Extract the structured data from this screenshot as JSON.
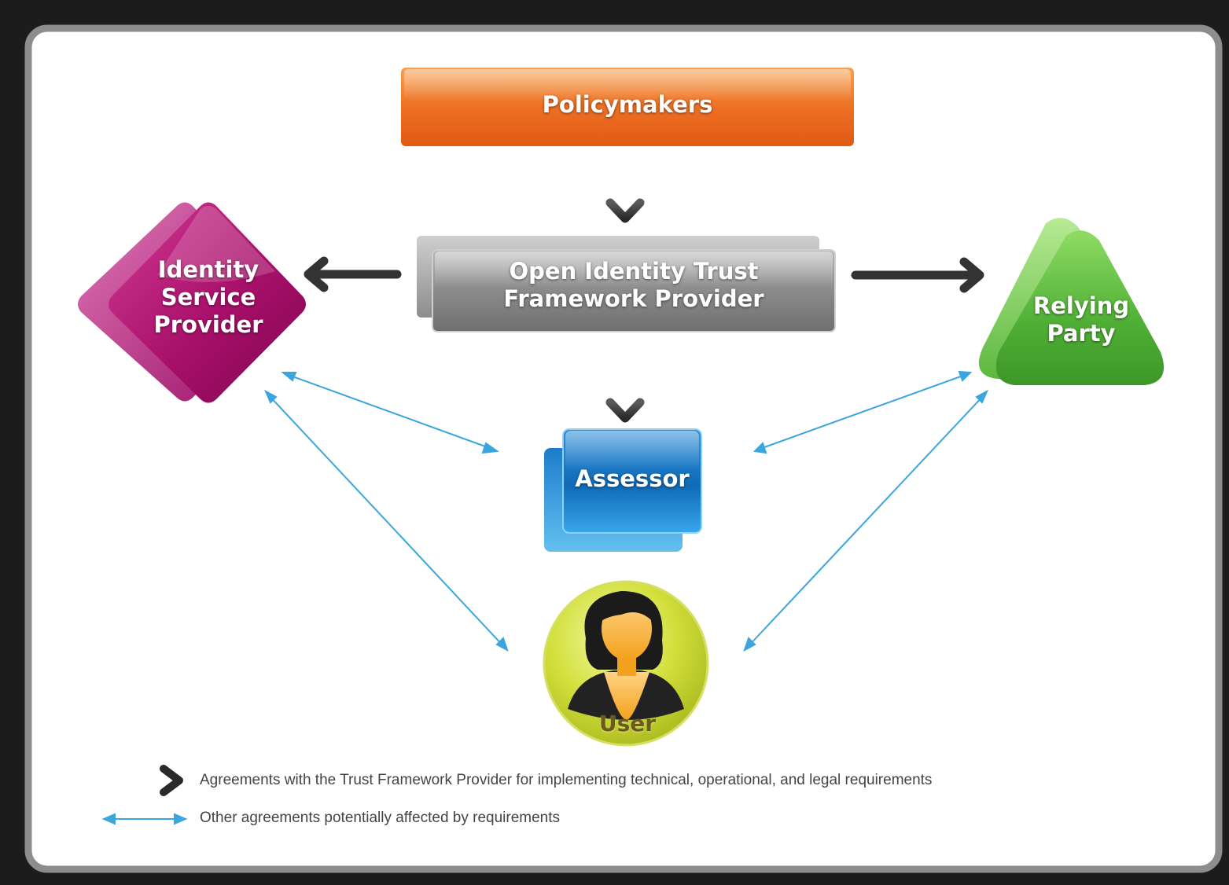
{
  "nodes": {
    "policymakers": "Policymakers",
    "framework_provider": [
      "Open Identity Trust",
      "Framework Provider"
    ],
    "identity_provider": [
      "Identity",
      "Service",
      "Provider"
    ],
    "relying_party": [
      "Relying",
      "Party"
    ],
    "assessor": "Assessor",
    "user": "User"
  },
  "legend": {
    "solid_arrow": "Agreements with the Trust Framework Provider for implementing technical, operational, and legal requirements",
    "thin_arrow": "Other agreements potentially affected by requirements"
  },
  "colors": {
    "policymakers": "#ee6f25",
    "framework_provider": "#8a8a8a",
    "identity_provider": "#b0156e",
    "relying_party": "#54b43a",
    "assessor": "#1a78c7",
    "user": "#c6d62c",
    "solid_arrow": "#333333",
    "thin_arrow": "#3aa6dd"
  }
}
